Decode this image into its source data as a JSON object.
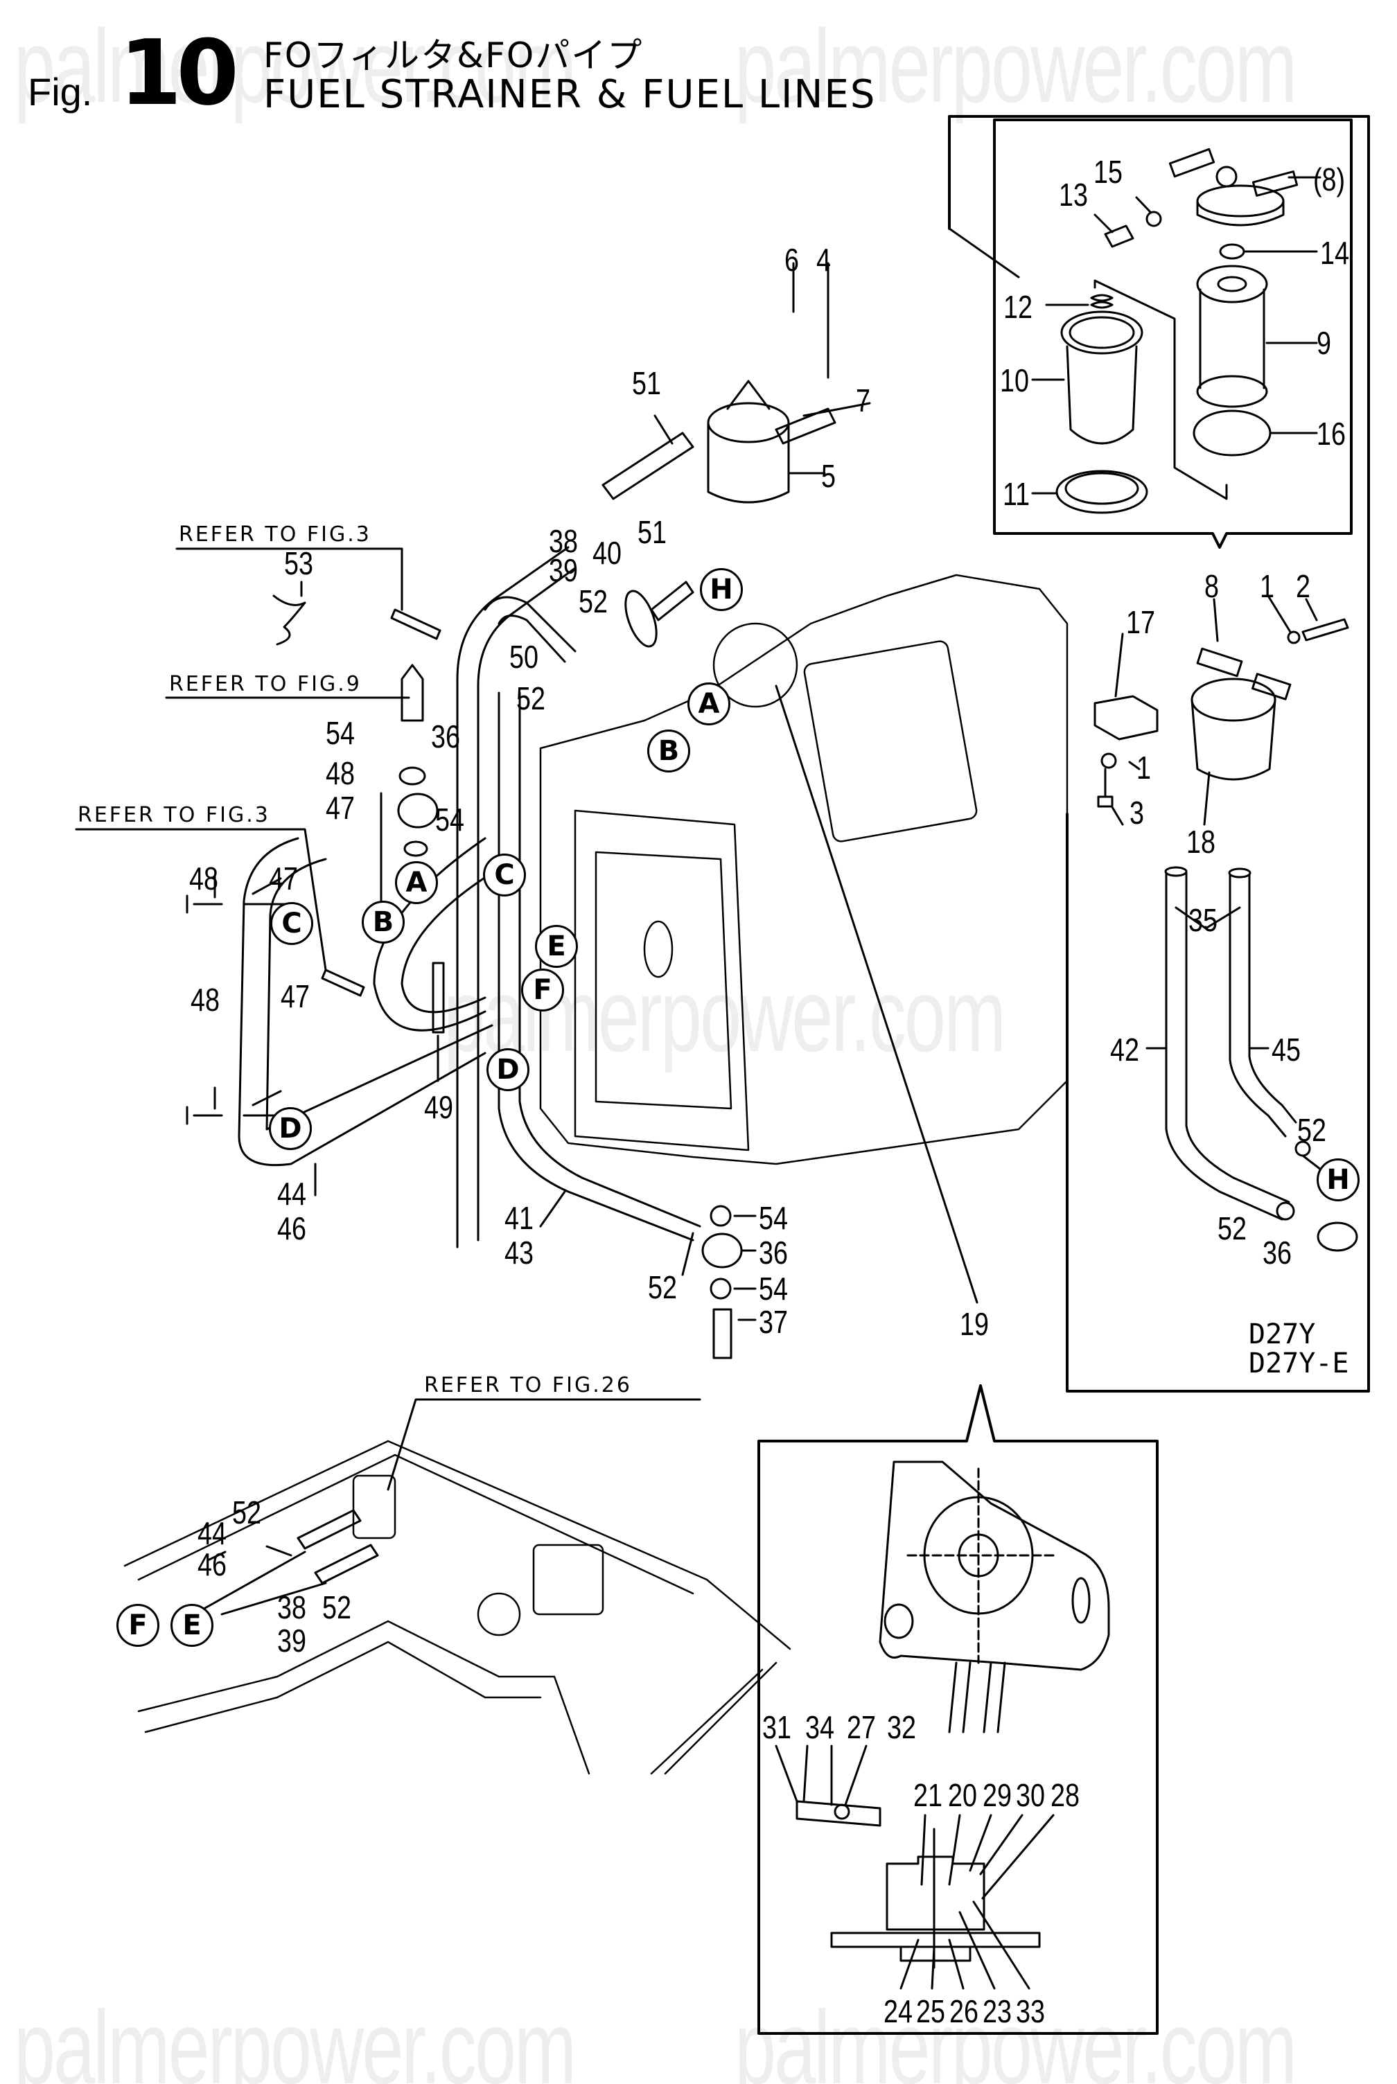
{
  "header": {
    "fig_prefix": "Fig.",
    "fig_number": "10",
    "title_jp": "FOフィルタ&FOパイプ",
    "title_en": "FUEL STRAINER & FUEL LINES"
  },
  "watermark": {
    "text": "palmerpower.com",
    "color": "#eeeeee"
  },
  "references": {
    "fig3_top": "REFER TO FIG.3",
    "fig9": "REFER TO FIG.9",
    "fig3_mid": "REFER TO FIG.3",
    "fig26": "REFER TO FIG.26"
  },
  "model_note": {
    "line1": "D27Y",
    "line2": "D27Y-E"
  },
  "circled_refs": {
    "A": "A",
    "B": "B",
    "C": "C",
    "D": "D",
    "E": "E",
    "F": "F",
    "H": "H"
  },
  "part_labels": {
    "p1a": "1",
    "p1b": "1",
    "p2": "2",
    "p3": "3",
    "p4": "4",
    "p5": "5",
    "p6": "6",
    "p7": "7",
    "p8": "8",
    "p8b": "(8)",
    "p9": "9",
    "p10": "10",
    "p11": "11",
    "p12": "12",
    "p13": "13",
    "p14": "14",
    "p15": "15",
    "p16": "16",
    "p17": "17",
    "p18": "18",
    "p19": "19",
    "p20": "20",
    "p21": "21",
    "p23": "23",
    "p24": "24",
    "p25": "25",
    "p26": "26",
    "p27": "27",
    "p28": "28",
    "p29": "29",
    "p30": "30",
    "p31": "31",
    "p32": "32",
    "p33": "33",
    "p34": "34",
    "p35": "35",
    "p36a": "36",
    "p36b": "36",
    "p36c": "36",
    "p37": "37",
    "p38a": "38",
    "p39a": "39",
    "p38b": "38",
    "p39b": "39",
    "p40": "40",
    "p41": "41",
    "p43": "43",
    "p42": "42",
    "p45": "45",
    "p44a": "44",
    "p46a": "46",
    "p44b": "44",
    "p46b": "46",
    "p47a": "47",
    "p47b": "47",
    "p47c": "47",
    "p48a": "48",
    "p48b": "48",
    "p48c": "48",
    "p49": "49",
    "p50": "50",
    "p51a": "51",
    "p51b": "51",
    "p52a": "52",
    "p52b": "52",
    "p52c": "52",
    "p52d": "52",
    "p52e": "52",
    "p52f": "52",
    "p52g": "52",
    "p53": "53",
    "p54a": "54",
    "p54b": "54",
    "p54c": "54",
    "p54d": "54"
  }
}
